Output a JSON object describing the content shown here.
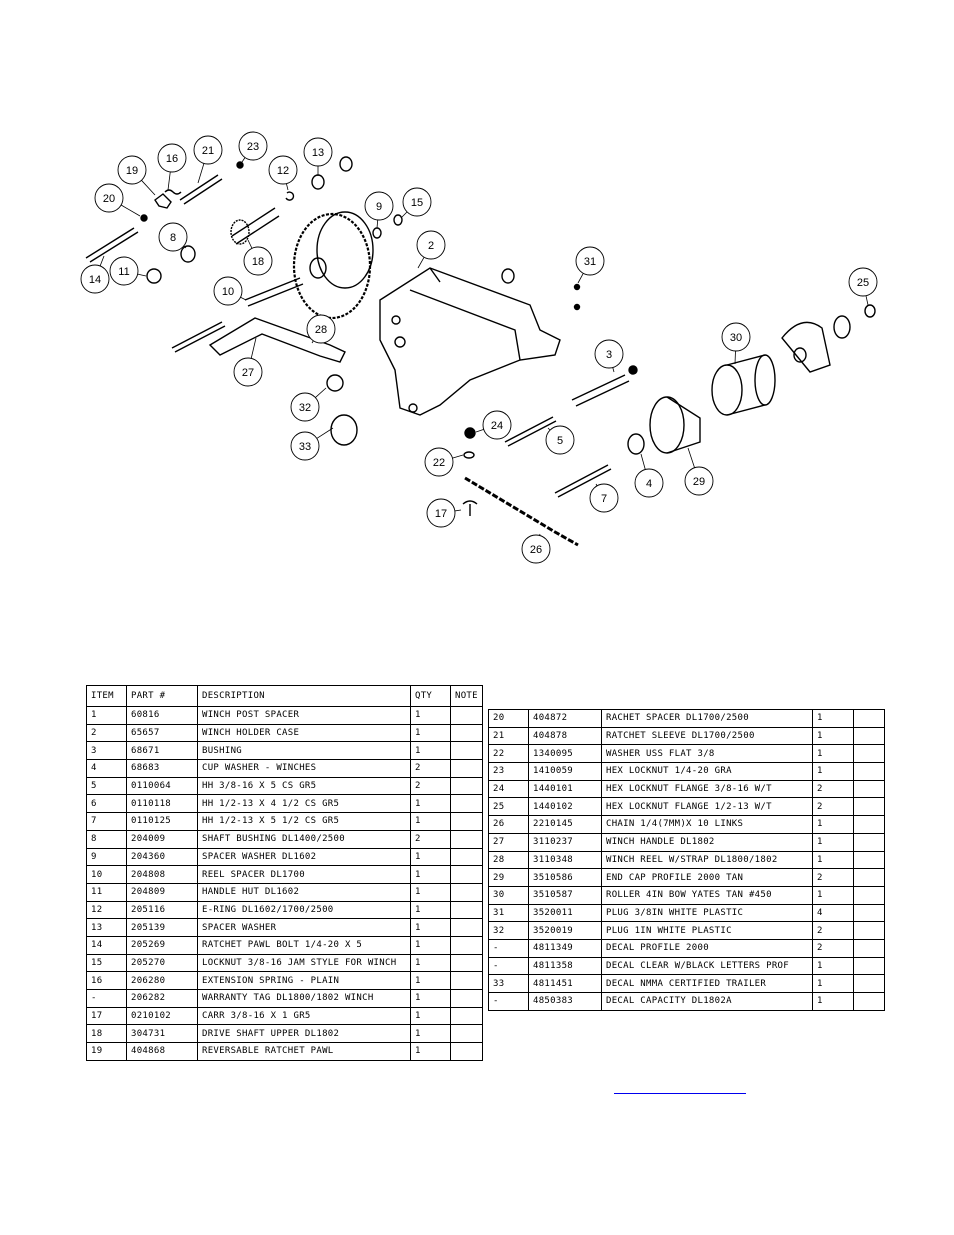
{
  "callouts": [
    {
      "n": "19"
    },
    {
      "n": "16"
    },
    {
      "n": "21"
    },
    {
      "n": "23"
    },
    {
      "n": "12"
    },
    {
      "n": "13"
    },
    {
      "n": "20"
    },
    {
      "n": "9"
    },
    {
      "n": "15"
    },
    {
      "n": "8"
    },
    {
      "n": "2"
    },
    {
      "n": "18"
    },
    {
      "n": "14"
    },
    {
      "n": "11"
    },
    {
      "n": "31"
    },
    {
      "n": "25"
    },
    {
      "n": "10"
    },
    {
      "n": "28"
    },
    {
      "n": "30"
    },
    {
      "n": "3"
    },
    {
      "n": "27"
    },
    {
      "n": "32"
    },
    {
      "n": "24"
    },
    {
      "n": "5"
    },
    {
      "n": "33"
    },
    {
      "n": "22"
    },
    {
      "n": "4"
    },
    {
      "n": "29"
    },
    {
      "n": "7"
    },
    {
      "n": "17"
    },
    {
      "n": "26"
    }
  ],
  "table_headers": {
    "item": "ITEM",
    "part": "PART #",
    "description": "DESCRIPTION",
    "qty": "QTY",
    "note": "NOTE"
  },
  "parts_left": [
    {
      "item": "1",
      "part": "60816",
      "description": "WINCH POST SPACER",
      "qty": "1"
    },
    {
      "item": "2",
      "part": "65657",
      "description": "WINCH HOLDER CASE",
      "qty": "1"
    },
    {
      "item": "3",
      "part": "68671",
      "description": "BUSHING",
      "qty": "1"
    },
    {
      "item": "4",
      "part": "68683",
      "description": "CUP WASHER - WINCHES",
      "qty": "2"
    },
    {
      "item": "5",
      "part": "0110064",
      "description": "HH 3/8-16 X 5 CS GR5",
      "qty": "2"
    },
    {
      "item": "6",
      "part": "0110118",
      "description": "HH 1/2-13 X 4 1/2 CS GR5",
      "qty": "1"
    },
    {
      "item": "7",
      "part": "0110125",
      "description": "HH 1/2-13 X 5 1/2 CS GR5",
      "qty": "1"
    },
    {
      "item": "8",
      "part": "204009",
      "description": "SHAFT BUSHING  DL1400/2500",
      "qty": "2"
    },
    {
      "item": "9",
      "part": "204360",
      "description": "SPACER WASHER  DL1602",
      "qty": "1"
    },
    {
      "item": "10",
      "part": "204808",
      "description": "REEL SPACER  DL1700",
      "qty": "1"
    },
    {
      "item": "11",
      "part": "204809",
      "description": "HANDLE HUT  DL1602",
      "qty": "1"
    },
    {
      "item": "12",
      "part": "205116",
      "description": "E-RING DL1602/1700/2500",
      "qty": "1"
    },
    {
      "item": "13",
      "part": "205139",
      "description": "SPACER WASHER",
      "qty": "1"
    },
    {
      "item": "14",
      "part": "205269",
      "description": "RATCHET PAWL BOLT 1/4-20 X 5",
      "qty": "1"
    },
    {
      "item": "15",
      "part": "205270",
      "description": "LOCKNUT 3/8-16 JAM STYLE FOR WINCH",
      "qty": "1"
    },
    {
      "item": "16",
      "part": "206280",
      "description": "EXTENSION SPRING - PLAIN",
      "qty": "1"
    },
    {
      "item": "-",
      "part": "206282",
      "description": "WARRANTY TAG DL1800/1802 WINCH",
      "qty": "1"
    },
    {
      "item": "17",
      "part": "0210102",
      "description": "CARR 3/8-16 X 1 GR5",
      "qty": "1"
    },
    {
      "item": "18",
      "part": "304731",
      "description": "DRIVE SHAFT UPPER  DL1802",
      "qty": "1"
    },
    {
      "item": "19",
      "part": "404868",
      "description": "REVERSABLE RATCHET PAWL",
      "qty": "1"
    }
  ],
  "parts_right": [
    {
      "item": "20",
      "part": "404872",
      "description": "RACHET SPACER  DL1700/2500",
      "qty": "1"
    },
    {
      "item": "21",
      "part": "404878",
      "description": "RATCHET SLEEVE  DL1700/2500",
      "qty": "1"
    },
    {
      "item": "22",
      "part": "1340095",
      "description": "WASHER USS FLAT 3/8",
      "qty": "1"
    },
    {
      "item": "23",
      "part": "1410059",
      "description": "HEX LOCKNUT 1/4-20 GRA",
      "qty": "1"
    },
    {
      "item": "24",
      "part": "1440101",
      "description": "HEX LOCKNUT FLANGE 3/8-16 W/T",
      "qty": "2"
    },
    {
      "item": "25",
      "part": "1440102",
      "description": "HEX LOCKNUT FLANGE 1/2-13 W/T",
      "qty": "2"
    },
    {
      "item": "26",
      "part": "2210145",
      "description": "CHAIN 1/4(7MM)X 10 LINKS",
      "qty": "1"
    },
    {
      "item": "27",
      "part": "3110237",
      "description": "WINCH HANDLE  DL1802",
      "qty": "1"
    },
    {
      "item": "28",
      "part": "3110348",
      "description": "WINCH REEL W/STRAP  DL1800/1802",
      "qty": "1"
    },
    {
      "item": "29",
      "part": "3510586",
      "description": "END CAP PROFILE 2000 TAN",
      "qty": "2"
    },
    {
      "item": "30",
      "part": "3510587",
      "description": "ROLLER 4IN BOW YATES TAN #450",
      "qty": "1"
    },
    {
      "item": "31",
      "part": "3520011",
      "description": "PLUG  3/8IN WHITE PLASTIC",
      "qty": "4"
    },
    {
      "item": "32",
      "part": "3520019",
      "description": "PLUG  1IN WHITE PLASTIC",
      "qty": "2"
    },
    {
      "item": "-",
      "part": "4811349",
      "description": "DECAL PROFILE 2000",
      "qty": "2"
    },
    {
      "item": "-",
      "part": "4811358",
      "description": "DECAL CLEAR W/BLACK LETTERS PROF",
      "qty": "1"
    },
    {
      "item": "33",
      "part": "4811451",
      "description": "DECAL NMMA CERTIFIED TRAILER",
      "qty": "1"
    },
    {
      "item": "-",
      "part": "4850383",
      "description": "DECAL CAPACITY DL1802A",
      "qty": "1"
    }
  ]
}
